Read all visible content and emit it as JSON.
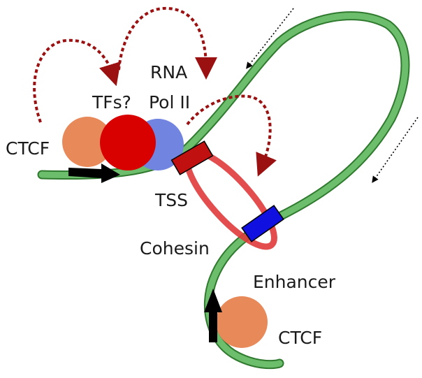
{
  "labels": {
    "ctcf_left": "CTCF",
    "tfs": "TFs?",
    "rna": "RNA",
    "pol_ii": "Pol II",
    "tss": "TSS",
    "cohesin": "Cohesin",
    "enhancer": "Enhancer",
    "ctcf_bottom": "CTCF"
  },
  "colors": {
    "chromatin_fill": "#6cbd6c",
    "chromatin_stroke": "#2f7a2f",
    "ctcf": "#e8895a",
    "tf": "#d90000",
    "pol_ii": "#7084e0",
    "cohesin_ring": "#e03a3a",
    "tss_box": "#c01010",
    "enhancer_box": "#1010e0",
    "contact_arrows": "#9b1010",
    "motif_arrows": "#000000"
  }
}
